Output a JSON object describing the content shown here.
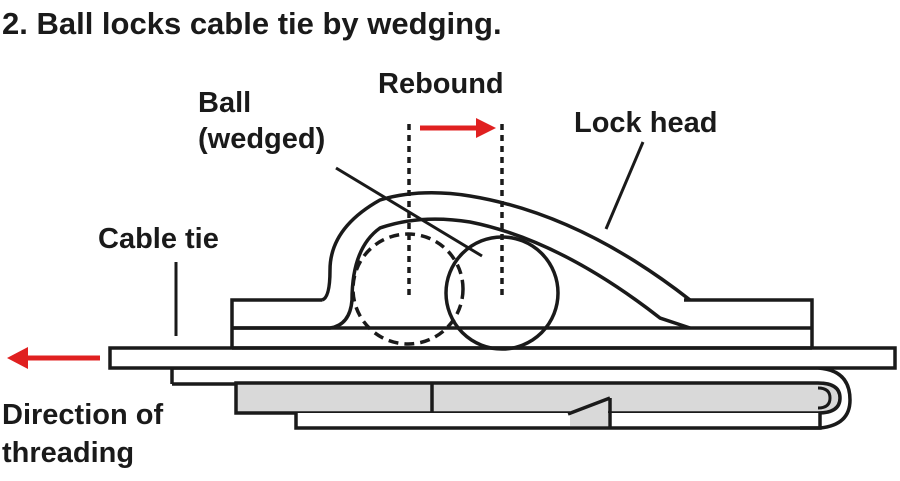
{
  "title": "2. Ball locks cable tie by wedging.",
  "labels": {
    "rebound": "Rebound",
    "ball_line1": "Ball",
    "ball_line2": "(wedged)",
    "lock_head": "Lock head",
    "cable_tie": "Cable tie",
    "direction_line1": "Direction of",
    "direction_line2": "threading"
  },
  "colors": {
    "ink": "#1a1a1a",
    "arrow": "#e02020",
    "fill_gray": "#d9d9d9",
    "background": "#ffffff"
  }
}
